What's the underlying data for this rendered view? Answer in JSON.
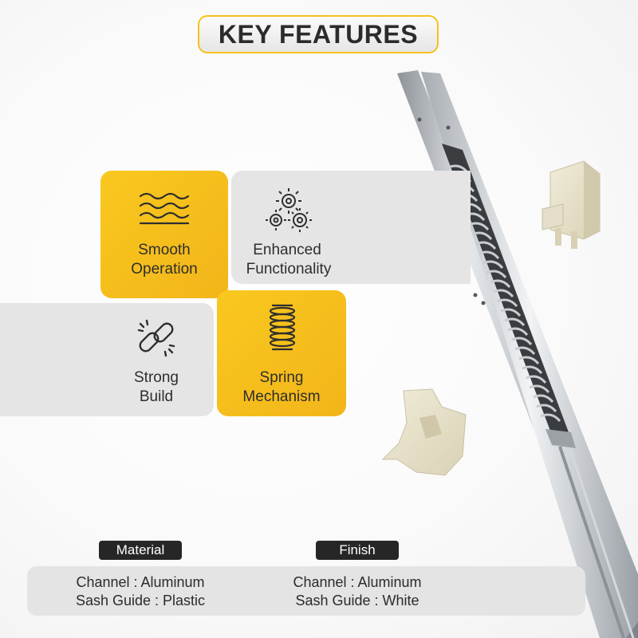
{
  "title": "KEY FEATURES",
  "features": [
    {
      "line1": "Smooth",
      "line2": "Operation",
      "icon": "waves-icon"
    },
    {
      "line1": "Enhanced",
      "line2": "Functionality",
      "icon": "gears-icon"
    },
    {
      "line1": "Strong",
      "line2": "Build",
      "icon": "chain-link-icon"
    },
    {
      "line1": "Spring",
      "line2": "Mechanism",
      "icon": "coil-spring-icon"
    }
  ],
  "specs": {
    "material": {
      "label": "Material",
      "line1": "Channel : Aluminum",
      "line2": "Sash Guide : Plastic"
    },
    "finish": {
      "label": "Finish",
      "line1": "Channel : Aluminum",
      "line2": "Sash Guide : White"
    }
  },
  "colors": {
    "accent_yellow": "#F4C21B",
    "panel_gray": "#E5E5E6",
    "tag_dark": "#262626",
    "text_dark": "#2E2E2E"
  }
}
